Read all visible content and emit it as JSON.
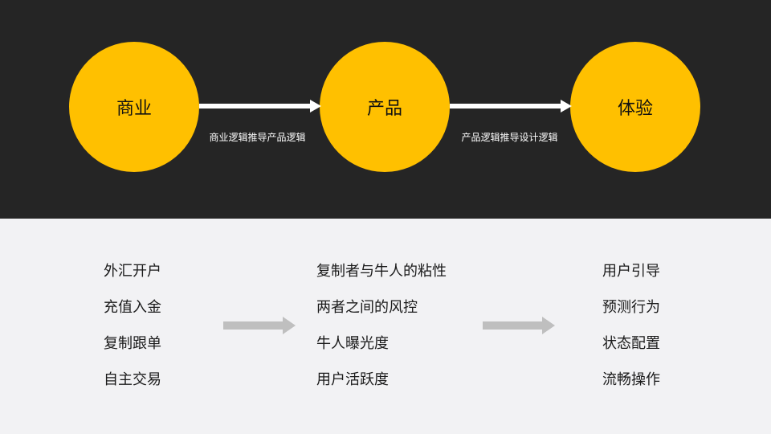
{
  "colors": {
    "top_background": "#252525",
    "bottom_background": "#f2f2f4",
    "circle_fill": "#ffc000",
    "arrow_white": "#ffffff",
    "arrow_gray": "#bfbfbf"
  },
  "stages": [
    {
      "label": "商业"
    },
    {
      "label": "产品"
    },
    {
      "label": "体验"
    }
  ],
  "connectors": [
    {
      "label": "商业逻辑推导产品逻辑"
    },
    {
      "label": "产品逻辑推导设计逻辑"
    }
  ],
  "columns": [
    {
      "items": [
        "外汇开户",
        "充值入金",
        "复制跟单",
        "自主交易"
      ]
    },
    {
      "items": [
        "复制者与牛人的粘性",
        "两者之间的风控",
        "牛人曝光度",
        "用户活跃度"
      ]
    },
    {
      "items": [
        "用户引导",
        "预测行为",
        "状态配置",
        "流畅操作"
      ]
    }
  ],
  "icons": {
    "flow_arrow": "arrow-right-icon",
    "column_arrow": "arrow-right-icon"
  }
}
